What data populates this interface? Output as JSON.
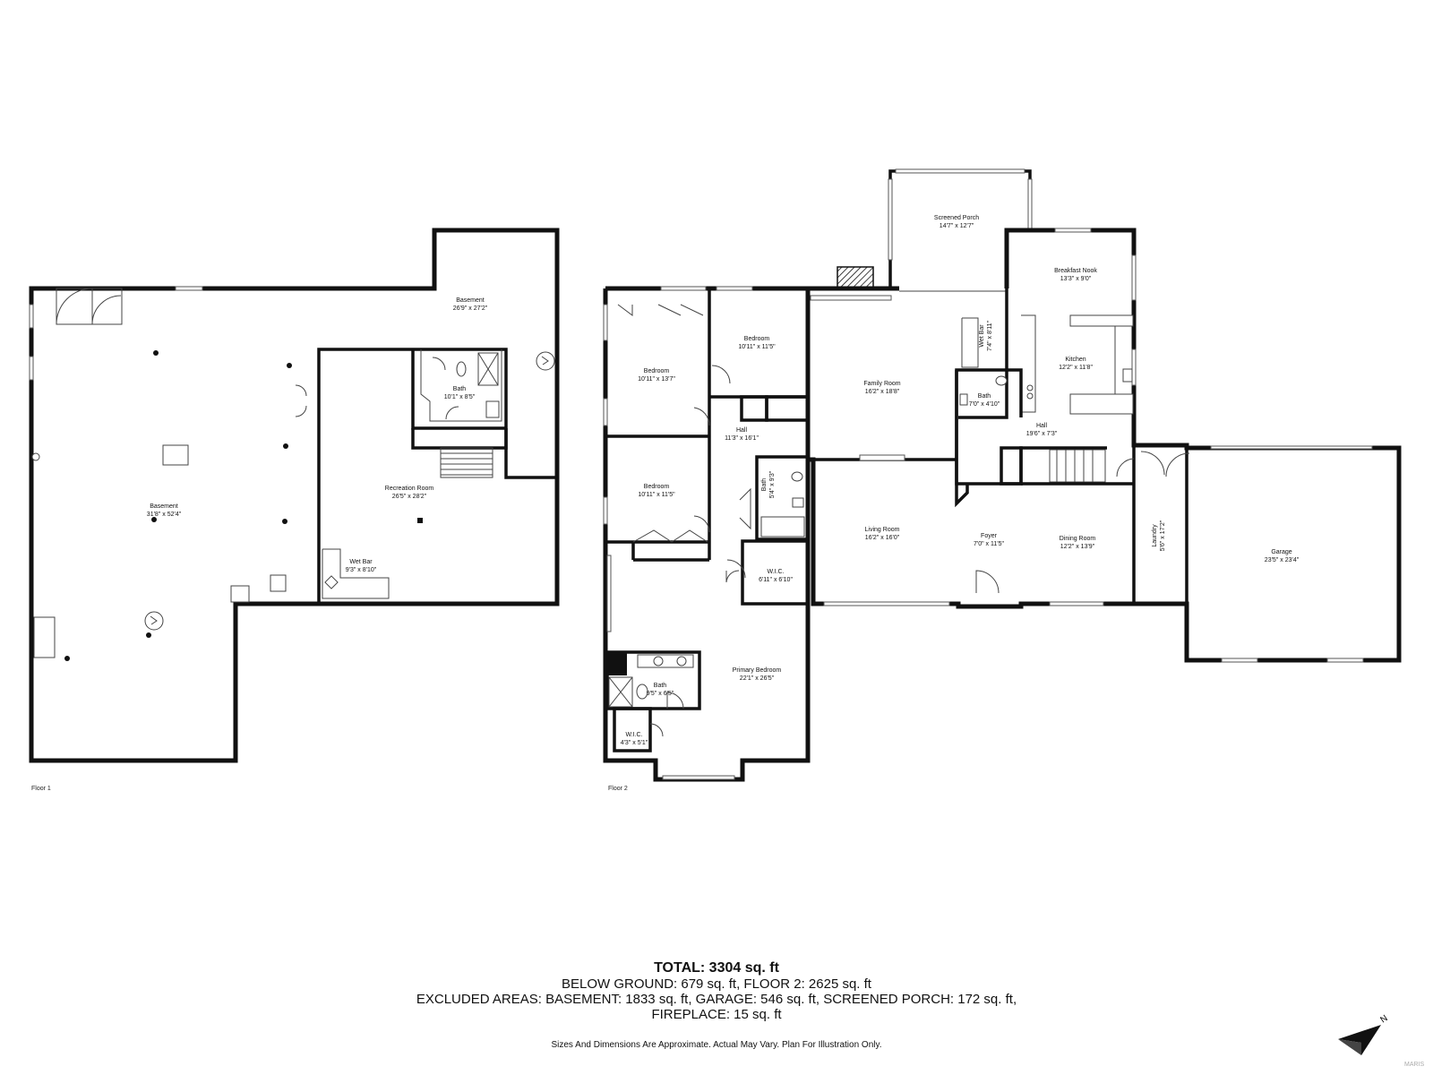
{
  "floors": [
    {
      "label": "Floor 1",
      "rooms": [
        {
          "name": "Basement",
          "dims": "26'9\" x 27'2\""
        },
        {
          "name": "Bath",
          "dims": "10'1\" x 8'5\""
        },
        {
          "name": "Basement",
          "dims": "31'8\" x 52'4\""
        },
        {
          "name": "Recreation Room",
          "dims": "26'5\" x 28'2\""
        },
        {
          "name": "Wet Bar",
          "dims": "9'3\" x 8'10\""
        }
      ]
    },
    {
      "label": "Floor 2",
      "rooms": [
        {
          "name": "Screened Porch",
          "dims": "14'7\" x 12'7\""
        },
        {
          "name": "Breakfast Nook",
          "dims": "13'3\" x 9'0\""
        },
        {
          "name": "Bedroom",
          "dims": "10'11\" x 11'5\""
        },
        {
          "name": "Bedroom",
          "dims": "10'11\" x 13'7\""
        },
        {
          "name": "Wet Bar",
          "dims": "7'4\" x 8'11\""
        },
        {
          "name": "Kitchen",
          "dims": "12'2\" x 11'8\""
        },
        {
          "name": "Family Room",
          "dims": "16'2\" x 18'8\""
        },
        {
          "name": "Bath",
          "dims": "7'0\" x 4'10\""
        },
        {
          "name": "Hall",
          "dims": "11'3\" x 16'1\""
        },
        {
          "name": "Hall",
          "dims": "19'6\" x 7'3\""
        },
        {
          "name": "Bedroom",
          "dims": "10'11\" x 11'5\""
        },
        {
          "name": "Bath",
          "dims": "5'4\" x 9'3\""
        },
        {
          "name": "Living Room",
          "dims": "16'2\" x 16'0\""
        },
        {
          "name": "Foyer",
          "dims": "7'0\" x 11'5\""
        },
        {
          "name": "Dining Room",
          "dims": "12'2\" x 13'9\""
        },
        {
          "name": "Laundry",
          "dims": "5'6\" x 17'2\""
        },
        {
          "name": "Garage",
          "dims": "23'5\" x 23'4\""
        },
        {
          "name": "W.I.C.",
          "dims": "6'11\" x 6'10\""
        },
        {
          "name": "Primary Bedroom",
          "dims": "22'1\" x 26'5\""
        },
        {
          "name": "Bath",
          "dims": "9'5\" x 6'5\""
        },
        {
          "name": "W.I.C.",
          "dims": "4'3\" x 5'1\""
        }
      ]
    }
  ],
  "summary": {
    "total": "TOTAL: 3304 sq. ft",
    "line1": "BELOW GROUND: 679 sq. ft, FLOOR 2: 2625 sq. ft",
    "line2": "EXCLUDED AREAS: BASEMENT: 1833 sq. ft, GARAGE: 546 sq. ft, SCREENED PORCH: 172 sq. ft,",
    "line3": "FIREPLACE: 15 sq. ft"
  },
  "disclaimer": "Sizes And Dimensions Are Approximate. Actual May Vary. Plan For Illustration Only.",
  "compass": {
    "label": "N",
    "icon": "north-arrow-icon"
  },
  "watermark": "MARIS"
}
